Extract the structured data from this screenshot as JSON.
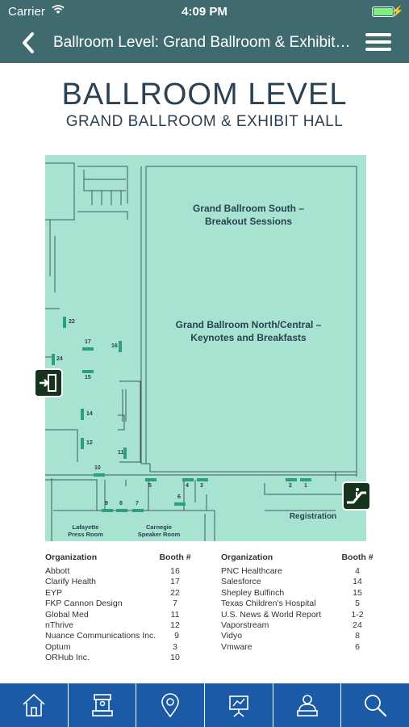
{
  "status_bar": {
    "carrier": "Carrier",
    "time": "4:09 PM"
  },
  "nav": {
    "title": "Ballroom Level: Grand Ballroom & Exhibit Hall"
  },
  "map": {
    "title": "BALLROOM LEVEL",
    "subtitle": "GRAND BALLROOM & EXHIBIT HALL",
    "rooms": {
      "south_line1": "Grand Ballroom South –",
      "south_line2": "Breakout Sessions",
      "north_line1": "Grand Ballroom North/Central –",
      "north_line2": "Keynotes and Breakfasts",
      "lafayette_line1": "Lafayette",
      "lafayette_line2": "Press Room",
      "carnegie_line1": "Carnegie",
      "carnegie_line2": "Speaker Room",
      "registration": "Registration"
    },
    "booths": {
      "b22": "22",
      "b17": "17",
      "b16": "16",
      "b24": "24",
      "b15": "15",
      "b14": "14",
      "b12": "12",
      "b11": "11",
      "b10": "10",
      "b9": "9",
      "b8": "8",
      "b7": "7",
      "b6": "6",
      "b5": "5",
      "b4": "4",
      "b3": "3",
      "b2": "2",
      "b1": "1"
    }
  },
  "table_headers": {
    "organization": "Organization",
    "booth": "Booth #"
  },
  "exhibitors_left": [
    {
      "org": "Abbott",
      "booth": "16"
    },
    {
      "org": "Clarify Health",
      "booth": "17"
    },
    {
      "org": "EYP",
      "booth": "22"
    },
    {
      "org": "FKP Cannon Design",
      "booth": "7"
    },
    {
      "org": "Global Med",
      "booth": "11"
    },
    {
      "org": "nThrive",
      "booth": "12"
    },
    {
      "org": "Nuance Communications Inc.",
      "booth": "9"
    },
    {
      "org": "Optum",
      "booth": "3"
    },
    {
      "org": "ORHub Inc.",
      "booth": "10"
    }
  ],
  "exhibitors_right": [
    {
      "org": "PNC Healthcare",
      "booth": "4"
    },
    {
      "org": "Salesforce",
      "booth": "14"
    },
    {
      "org": "Shepley Bulfinch",
      "booth": "15"
    },
    {
      "org": "Texas Children's Hospital",
      "booth": "5"
    },
    {
      "org": "U.S. News & World Report",
      "booth": "1-2"
    },
    {
      "org": "Vaporstream",
      "booth": "24"
    },
    {
      "org": "Vidyo",
      "booth": "8"
    },
    {
      "org": "Vmware",
      "booth": "6"
    }
  ],
  "tabs": [
    {
      "icon": "home-icon"
    },
    {
      "icon": "exhibit-booth-icon"
    },
    {
      "icon": "map-pin-icon"
    },
    {
      "icon": "presentation-icon"
    },
    {
      "icon": "attendee-icon"
    },
    {
      "icon": "search-icon"
    }
  ],
  "colors": {
    "bar": "#3f6b6e",
    "tab_bar": "#1b5aa6",
    "map_fill": "#a8e3d2",
    "booth": "#2d9e7e",
    "heading": "#2b4152"
  }
}
